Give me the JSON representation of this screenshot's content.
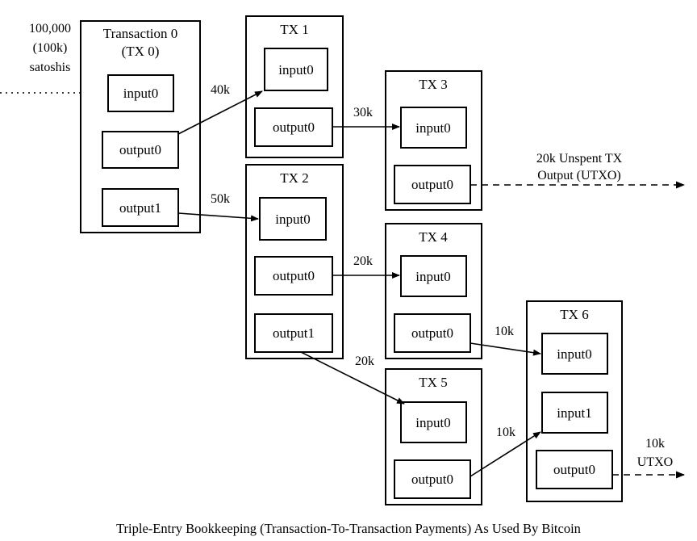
{
  "caption": "Triple-Entry Bookkeeping (Transaction-To-Transaction Payments) As Used By Bitcoin",
  "source_label": {
    "line1": "100,000",
    "line2": "(100k)",
    "line3": "satoshis"
  },
  "transactions": [
    {
      "id": "tx0",
      "title_line1": "Transaction 0",
      "title_line2": "(TX 0)",
      "inputs": [
        "input0"
      ],
      "outputs": [
        "output0",
        "output1"
      ]
    },
    {
      "id": "tx1",
      "title_line1": "TX 1",
      "title_line2": "",
      "inputs": [
        "input0"
      ],
      "outputs": [
        "output0"
      ]
    },
    {
      "id": "tx2",
      "title_line1": "TX 2",
      "title_line2": "",
      "inputs": [
        "input0"
      ],
      "outputs": [
        "output0",
        "output1"
      ]
    },
    {
      "id": "tx3",
      "title_line1": "TX 3",
      "title_line2": "",
      "inputs": [
        "input0"
      ],
      "outputs": [
        "output0"
      ]
    },
    {
      "id": "tx4",
      "title_line1": "TX 4",
      "title_line2": "",
      "inputs": [
        "input0"
      ],
      "outputs": [
        "output0"
      ]
    },
    {
      "id": "tx5",
      "title_line1": "TX 5",
      "title_line2": "",
      "inputs": [
        "input0"
      ],
      "outputs": [
        "output0"
      ]
    },
    {
      "id": "tx6",
      "title_line1": "TX 6",
      "title_line2": "",
      "inputs": [
        "input0",
        "input1"
      ],
      "outputs": [
        "output0"
      ]
    }
  ],
  "flows": {
    "tx0_out0_to_tx1": "40k",
    "tx0_out1_to_tx2": "50k",
    "tx1_out0_to_tx3": "30k",
    "tx2_out0_to_tx4": "20k",
    "tx2_out1_to_tx5": "20k",
    "tx4_out0_to_tx6": "10k",
    "tx5_out0_to_tx6": "10k"
  },
  "utxo_tx3": {
    "line1": "20k Unspent TX",
    "line2": "Output (UTXO)"
  },
  "utxo_tx6": {
    "line1": "10k",
    "line2": "UTXO"
  },
  "colors": {
    "stroke": "#000000",
    "fill": "#ffffff",
    "text": "#000000"
  }
}
